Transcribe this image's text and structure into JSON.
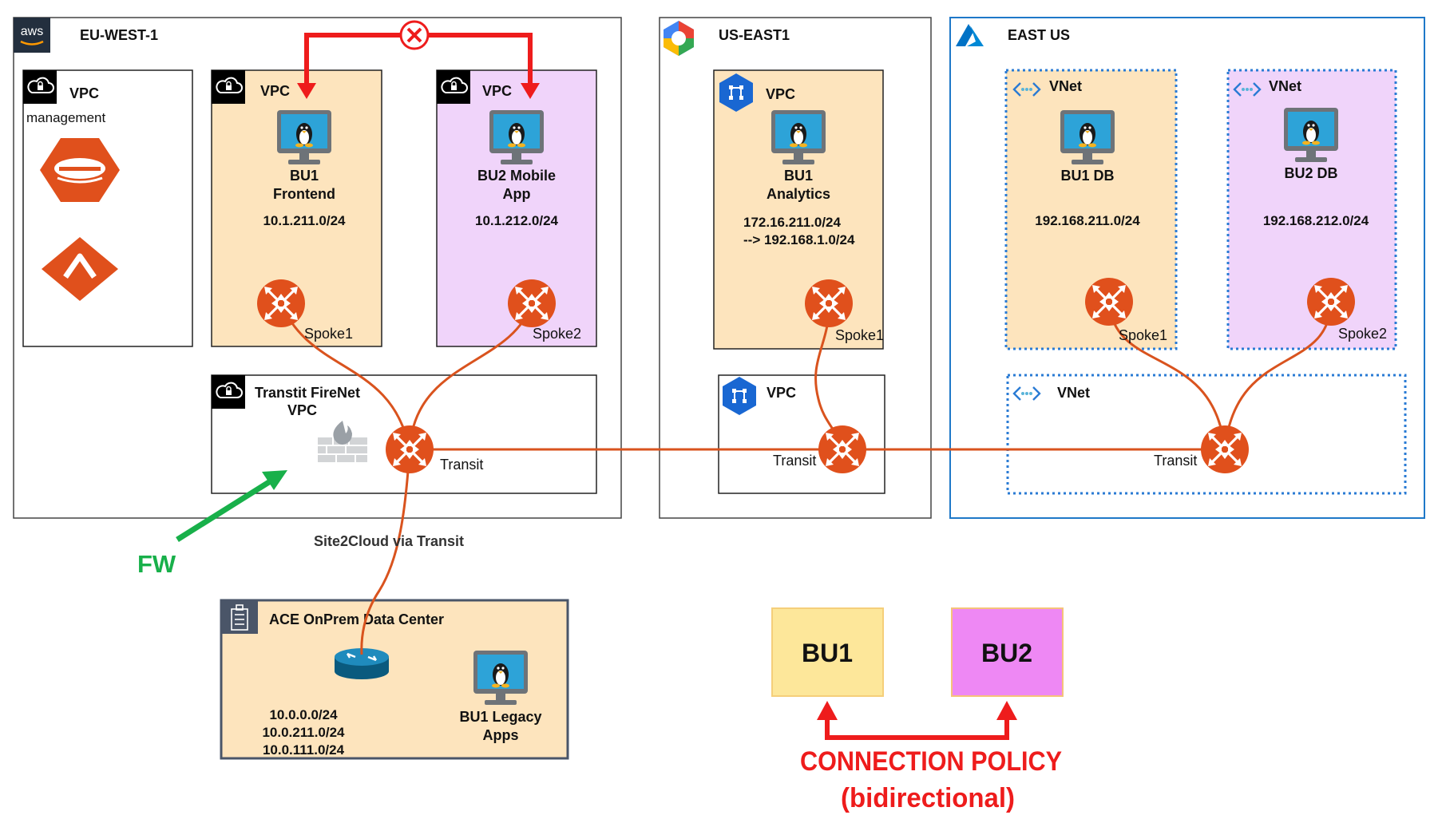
{
  "regions": {
    "aws": {
      "logo_text": "aws",
      "title": "EU-WEST-1"
    },
    "gcp": {
      "title": "US-EAST1"
    },
    "azure": {
      "title": "EAST US"
    }
  },
  "aws": {
    "mgmt_vpc": {
      "label": "VPC",
      "sub": "management"
    },
    "spoke1_vpc": {
      "label": "VPC",
      "name_line1": "BU1",
      "name_line2": "Frontend",
      "cidr": "10.1.211.0/24",
      "gw_label": "Spoke1"
    },
    "spoke2_vpc": {
      "label": "VPC",
      "name_line1": "BU2 Mobile",
      "name_line2": "App",
      "cidr": "10.1.212.0/24",
      "gw_label": "Spoke2"
    },
    "transit_vpc": {
      "label_line1": "Transtit FireNet",
      "label_line2": "VPC",
      "gw_label": "Transit"
    }
  },
  "gcp": {
    "spoke_vpc": {
      "label": "VPC",
      "name_line1": "BU1",
      "name_line2": "Analytics",
      "cidr_line1": "172.16.211.0/24",
      "cidr_line2": "--> 192.168.1.0/24",
      "gw_label": "Spoke1"
    },
    "transit_vpc": {
      "label": "VPC",
      "gw_label": "Transit"
    }
  },
  "azure": {
    "spoke1_vnet": {
      "label": "VNet",
      "name": "BU1 DB",
      "cidr": "192.168.211.0/24",
      "gw_label": "Spoke1"
    },
    "spoke2_vnet": {
      "label": "VNet",
      "name": "BU2 DB",
      "cidr": "192.168.212.0/24",
      "gw_label": "Spoke2"
    },
    "transit_vnet": {
      "label": "VNet",
      "gw_label": "Transit"
    }
  },
  "annotations": {
    "fw_label": "FW",
    "site2cloud": "Site2Cloud via Transit"
  },
  "onprem": {
    "title": "ACE OnPrem Data Center",
    "cidrs": [
      "10.0.0.0/24",
      "10.0.211.0/24",
      "10.0.111.0/24"
    ],
    "app_line1": "BU1 Legacy",
    "app_line2": "Apps"
  },
  "legend": {
    "bu1": "BU1",
    "bu2": "BU2",
    "policy_line1": "CONNECTION POLICY",
    "policy_line2": "(bidirectional)"
  },
  "colors": {
    "bu1_fill": "#fde4bd",
    "bu2_fill": "#f0d4fa",
    "gateway": "#e0501c",
    "link": "#d9531e",
    "deny_arrow": "#ee1c1c",
    "fw_arrow": "#18b04a",
    "azure_border": "#1e78c8",
    "vnet_dotted": "#2a7bd4",
    "legend_bu1": "#fde79a",
    "legend_bu2": "#ee88f4",
    "policy_text": "#ee1c1c"
  }
}
